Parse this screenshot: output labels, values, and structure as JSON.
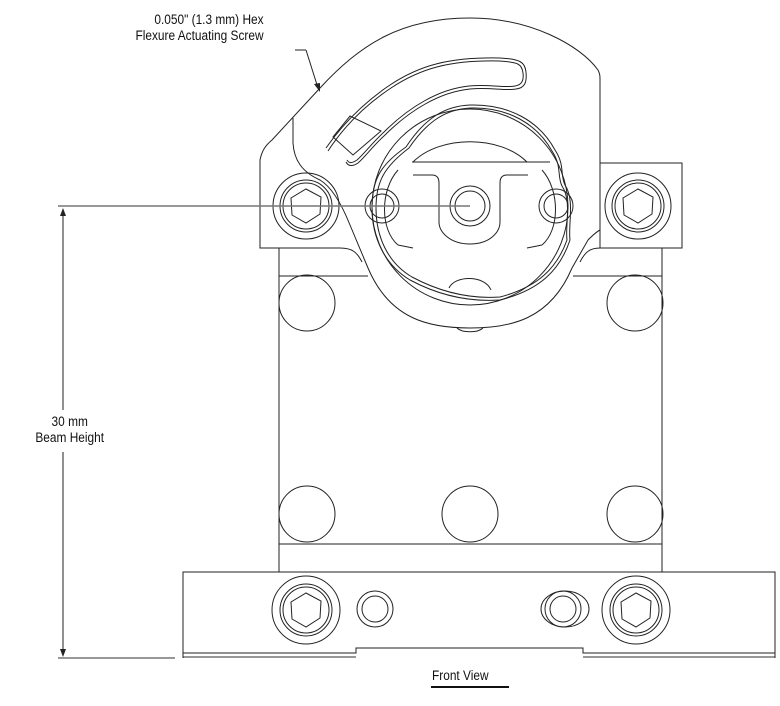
{
  "drawing": {
    "view_title": "Front View",
    "callouts": {
      "flexure_screw": {
        "line1": "0.050\" (1.3 mm) Hex",
        "line2": "Flexure Actuating Screw"
      },
      "beam_height": {
        "line1": "30 mm",
        "line2": "Beam Height"
      }
    },
    "colors": {
      "line": "#222222",
      "dimension_line": "#777777",
      "background": "#ffffff"
    }
  }
}
